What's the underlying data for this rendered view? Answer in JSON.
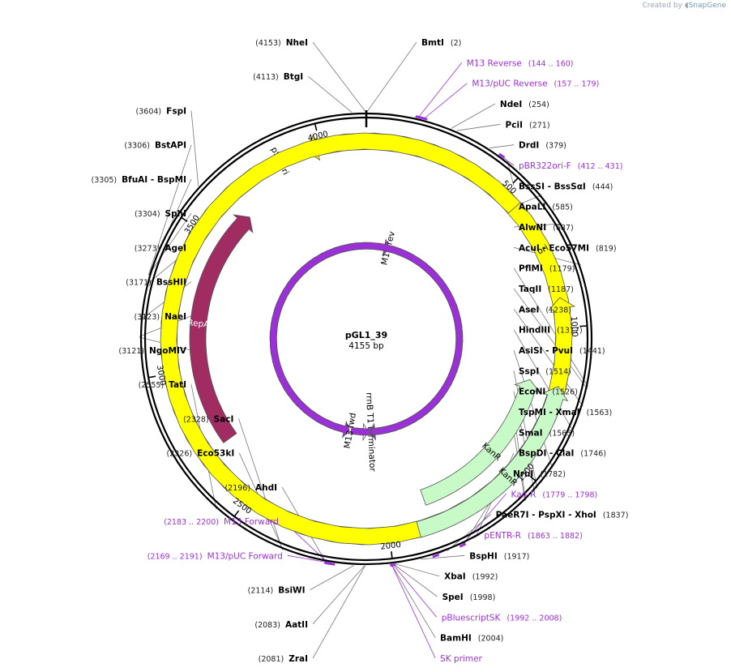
{
  "credit": {
    "prefix": "Created by",
    "brand": "SnapGene"
  },
  "plasmid": {
    "name": "pGL1_39",
    "size_label": "4155 bp",
    "length": 4155
  },
  "ticks": [
    {
      "pos": 500,
      "label": "500"
    },
    {
      "pos": 1000,
      "label": "1000"
    },
    {
      "pos": 1500,
      "label": "1500"
    },
    {
      "pos": 2000,
      "label": "2000"
    },
    {
      "pos": 2500,
      "label": "2500"
    },
    {
      "pos": 3000,
      "label": "3000"
    },
    {
      "pos": 3500,
      "label": "3500"
    },
    {
      "pos": 4000,
      "label": "4000"
    }
  ],
  "features": [
    {
      "id": "pSa-ori",
      "label": "pSa ori",
      "start": 3760,
      "end": 3950,
      "dir": -1,
      "color": "#ffff00",
      "label_color": "#000000",
      "ring": 0
    },
    {
      "id": "ori",
      "label": "ori",
      "start": 560,
      "end": 900,
      "dir": -1,
      "color": "#ffff00",
      "label_color": "#000000",
      "ring": 0
    },
    {
      "id": "RepA",
      "label": "RepA",
      "start": 2700,
      "end": 3650,
      "dir": 1,
      "color": "#a02c62",
      "label_color": "#ffffff",
      "ring": 1
    },
    {
      "id": "KanR-1",
      "label": "KanR",
      "start": 1850,
      "end": 1200,
      "dir": -1,
      "color": "#c8fac8",
      "label_color": "#000000",
      "ring": 1
    },
    {
      "id": "KanR-2",
      "label": "KanR",
      "start": 1900,
      "end": 1200,
      "dir": -1,
      "color": "#c8fac8",
      "label_color": "#000000",
      "ring": 0
    },
    {
      "id": "rrnB",
      "label": "rrnB T1 terminator",
      "start": 2032,
      "end": 2063,
      "dir": -1,
      "color": "#ffffff",
      "label_color": "#000000",
      "ring": 2
    },
    {
      "id": "M13-rev",
      "label": "M13 rev",
      "start": 150,
      "end": 165,
      "dir": 1,
      "color": "#9b30d9",
      "label_color": "#000000",
      "ring": 2
    },
    {
      "id": "M13-fwd",
      "label": "M13 fwd",
      "start": 2185,
      "end": 2198,
      "dir": -1,
      "color": "#9b30d9",
      "label_color": "#000000",
      "ring": 2
    },
    {
      "id": "rrnB-marker",
      "label": "",
      "start": 2040,
      "end": 2053,
      "dir": 1,
      "color": "#9b30d9",
      "label_color": "#000000",
      "ring": 2
    }
  ],
  "sites": [
    {
      "name": "NheI",
      "pos_label": "(4153)",
      "pos": 4153
    },
    {
      "name": "BmtI",
      "pos_label": "(2)",
      "pos": 2
    },
    {
      "name": "BtgI",
      "pos_label": "(4113)",
      "pos": 4113
    },
    {
      "name": "NdeI",
      "pos_label": "(254)",
      "pos": 254
    },
    {
      "name": "PciI",
      "pos_label": "(271)",
      "pos": 271
    },
    {
      "name": "DrdI",
      "pos_label": "(379)",
      "pos": 379
    },
    {
      "name": "BssSI - BssSαI",
      "pos_label": "(444)",
      "pos": 444
    },
    {
      "name": "ApaLI",
      "pos_label": "(585)",
      "pos": 585
    },
    {
      "name": "AlwNI",
      "pos_label": "(687)",
      "pos": 687
    },
    {
      "name": "AcuI - Eco57MI",
      "pos_label": "(819)",
      "pos": 819
    },
    {
      "name": "PflMI",
      "pos_label": "(1179)",
      "pos": 1179
    },
    {
      "name": "TaqII",
      "pos_label": "(1187)",
      "pos": 1187
    },
    {
      "name": "AseI",
      "pos_label": "(1238)",
      "pos": 1238
    },
    {
      "name": "HindIII",
      "pos_label": "(1317)",
      "pos": 1317
    },
    {
      "name": "AsiSI - PvuI",
      "pos_label": "(1441)",
      "pos": 1441
    },
    {
      "name": "SspI",
      "pos_label": "(1514)",
      "pos": 1514
    },
    {
      "name": "EcoNI",
      "pos_label": "(1526)",
      "pos": 1526
    },
    {
      "name": "TspMI - XmaI",
      "pos_label": "(1563)",
      "pos": 1563
    },
    {
      "name": "SmaI",
      "pos_label": "(1565)",
      "pos": 1565
    },
    {
      "name": "BspDI - ClaI",
      "pos_label": "(1746)",
      "pos": 1746
    },
    {
      "name": "NruI",
      "pos_label": "(1782)",
      "pos": 1782
    },
    {
      "name": "PaeR7I - PspXI - XhoI",
      "pos_label": "(1837)",
      "pos": 1837
    },
    {
      "name": "BspHI",
      "pos_label": "(1917)",
      "pos": 1917
    },
    {
      "name": "XbaI",
      "pos_label": "(1992)",
      "pos": 1992
    },
    {
      "name": "SpeI",
      "pos_label": "(1998)",
      "pos": 1998
    },
    {
      "name": "BamHI",
      "pos_label": "(2004)",
      "pos": 2004
    },
    {
      "name": "ZraI",
      "pos_label": "(2081)",
      "pos": 2081
    },
    {
      "name": "AatII",
      "pos_label": "(2083)",
      "pos": 2083
    },
    {
      "name": "BsiWI",
      "pos_label": "(2114)",
      "pos": 2114
    },
    {
      "name": "AhdI",
      "pos_label": "(2196)",
      "pos": 2196
    },
    {
      "name": "Eco53kI",
      "pos_label": "(2326)",
      "pos": 2326
    },
    {
      "name": "SacI",
      "pos_label": "(2328)",
      "pos": 2328
    },
    {
      "name": "TatI",
      "pos_label": "(2555)",
      "pos": 2555
    },
    {
      "name": "NgoMIV",
      "pos_label": "(3121)",
      "pos": 3121
    },
    {
      "name": "NaeI",
      "pos_label": "(3123)",
      "pos": 3123
    },
    {
      "name": "BssHII",
      "pos_label": "(3171)",
      "pos": 3171
    },
    {
      "name": "AgeI",
      "pos_label": "(3273)",
      "pos": 3273
    },
    {
      "name": "SphI",
      "pos_label": "(3304)",
      "pos": 3304
    },
    {
      "name": "BfuAI - BspMI",
      "pos_label": "(3305)",
      "pos": 3305
    },
    {
      "name": "BstAPI",
      "pos_label": "(3306)",
      "pos": 3306
    },
    {
      "name": "FspI",
      "pos_label": "(3604)",
      "pos": 3604
    }
  ],
  "primers": [
    {
      "name": "M13 Reverse",
      "range_label": "(144 .. 160)",
      "start": 144,
      "end": 160
    },
    {
      "name": "M13/pUC Reverse",
      "range_label": "(157 .. 179)",
      "start": 157,
      "end": 179
    },
    {
      "name": "pBR322ori-F",
      "range_label": "(412 .. 431)",
      "start": 412,
      "end": 431
    },
    {
      "name": "Kan-R",
      "range_label": "(1779 .. 1798)",
      "start": 1779,
      "end": 1798
    },
    {
      "name": "pENTR-R",
      "range_label": "(1863 .. 1882)",
      "start": 1863,
      "end": 1882
    },
    {
      "name": "pBluescriptSK",
      "range_label": "(1992 .. 2008)",
      "start": 1992,
      "end": 2008
    },
    {
      "name": "SK primer",
      "range_label": "",
      "start": 2000,
      "end": 2008
    },
    {
      "name": "M13 Forward",
      "range_label": "(2183 .. 2200)",
      "start": 2183,
      "end": 2200
    },
    {
      "name": "M13/pUC Forward",
      "range_label": "(2169 .. 2191)",
      "start": 2169,
      "end": 2191
    }
  ]
}
